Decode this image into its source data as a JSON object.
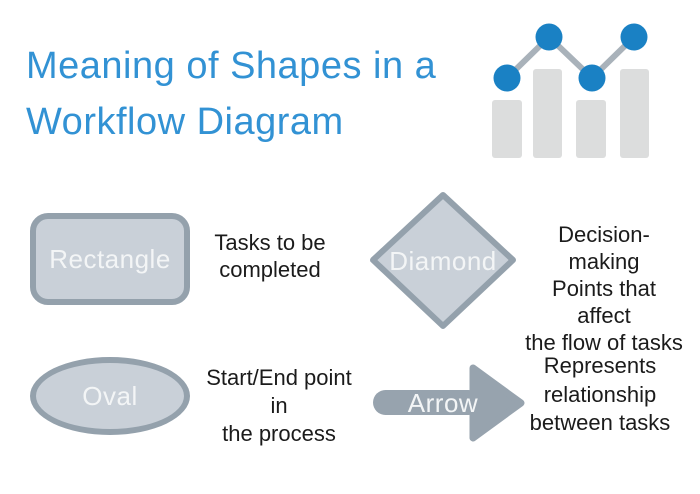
{
  "title": {
    "text": "Meaning of Shapes in a\nWorkflow Diagram"
  },
  "logo": {
    "icon": "bar-line-chart-icon"
  },
  "legend": [
    {
      "shape": "rectangle",
      "label": "Rectangle",
      "meaning": "Tasks to be\ncompleted"
    },
    {
      "shape": "diamond",
      "label": "Diamond",
      "meaning": "Decision-making\nPoints that affect\nthe flow of tasks"
    },
    {
      "shape": "oval",
      "label": "Oval",
      "meaning": "Start/End point in\nthe process"
    },
    {
      "shape": "arrow",
      "label": "Arrow",
      "meaning": "Represents\nrelationship\nbetween tasks"
    }
  ],
  "colors": {
    "title_blue": "#3292d4",
    "logo_dot_blue": "#1a81c4",
    "logo_bar_gray": "#dcdddd",
    "logo_line_gray": "#a9b2ba",
    "shape_fill": "#c9d0d8",
    "shape_border": "#94a1ac",
    "arrow_fill": "#97a3ae",
    "body_text": "#1b1b1b",
    "shape_label_text": "#f3f5f6",
    "background": "#ffffff"
  }
}
